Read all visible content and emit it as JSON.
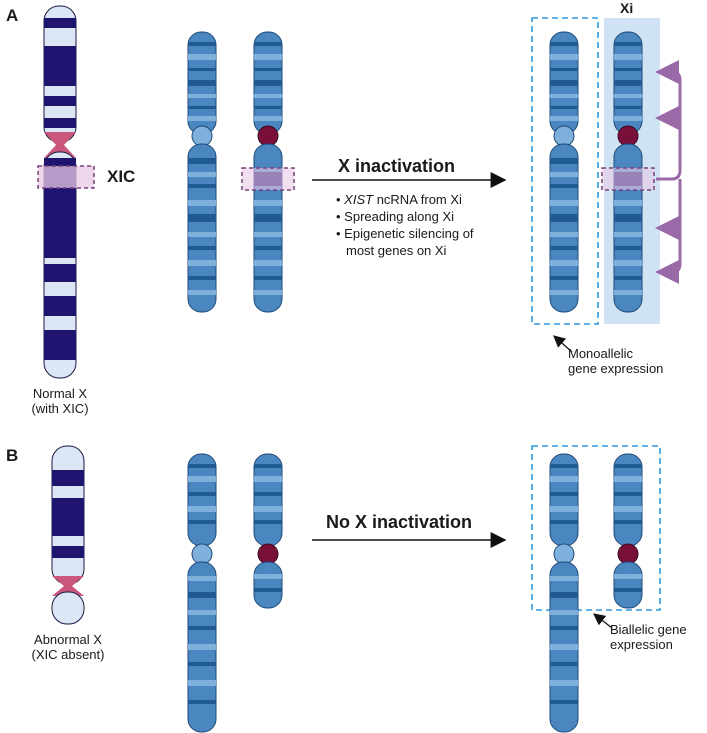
{
  "panels": {
    "a": "A",
    "b": "B"
  },
  "labels": {
    "xic": "XIC",
    "xi": "Xi",
    "normal_x_line1": "Normal X",
    "normal_x_line2": "(with XIC)",
    "abnormal_x_line1": "Abnormal X",
    "abnormal_x_line2": "(XIC absent)",
    "mono_line1": "Monoallelic",
    "mono_line2": "gene expression",
    "bi_line1": "Biallelic gene",
    "bi_line2": "expression"
  },
  "panel_a": {
    "arrow_title": "X inactivation",
    "bullets": [
      {
        "italic": "XIST",
        "text": " ncRNA from Xi"
      },
      {
        "italic": "",
        "text": "Spreading along Xi"
      },
      {
        "italic": "",
        "text": "Epigenetic silencing of"
      },
      {
        "italic": "",
        "text": "most genes on Xi"
      }
    ]
  },
  "panel_b": {
    "arrow_title": "No X inactivation"
  },
  "colors": {
    "ideogram_dark": "#1f1470",
    "ideogram_light": "#dbe7f4",
    "centromere_pink": "#c9567c",
    "chrom_blue": "#4a86bf",
    "chrom_band": "#1f5a92",
    "chrom_light": "#7fb0dc",
    "inactive_centromere": "#7a0f3a",
    "xi_shade": "#cfe3f5",
    "dashed_blue": "#2e9ce0",
    "purple_arrow": "#9a6aa8",
    "xic_box": "#7a3f7a"
  }
}
